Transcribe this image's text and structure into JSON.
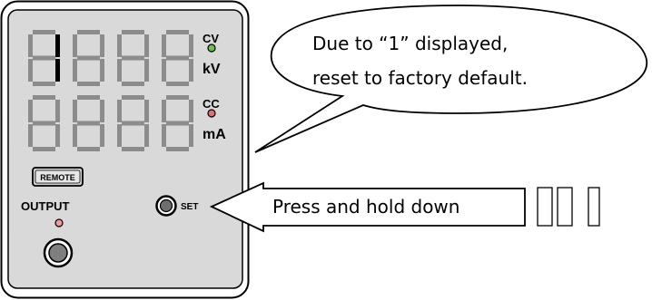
{
  "panel": {
    "voltage_display_digits": [
      "1",
      "",
      "",
      ""
    ],
    "current_display_digits": [
      "",
      "",
      "",
      ""
    ],
    "cv_label": "CV",
    "voltage_unit": "kV",
    "cc_label": "CC",
    "current_unit": "mA",
    "remote_label": "REMOTE",
    "output_label": "OUTPUT",
    "set_label": "SET"
  },
  "speech_bubble": {
    "line1": "Due to “1” displayed,",
    "line2": "reset to factory default."
  },
  "arrow_callout": {
    "text": "Press and hold down"
  },
  "colors": {
    "panel_fill": "#d9d9d9",
    "segment_off": "#8c8c8c",
    "segment_on": "#000000",
    "cv_led": "#70c050",
    "cc_led": "#e07070",
    "output_led": "#f29a9a"
  }
}
